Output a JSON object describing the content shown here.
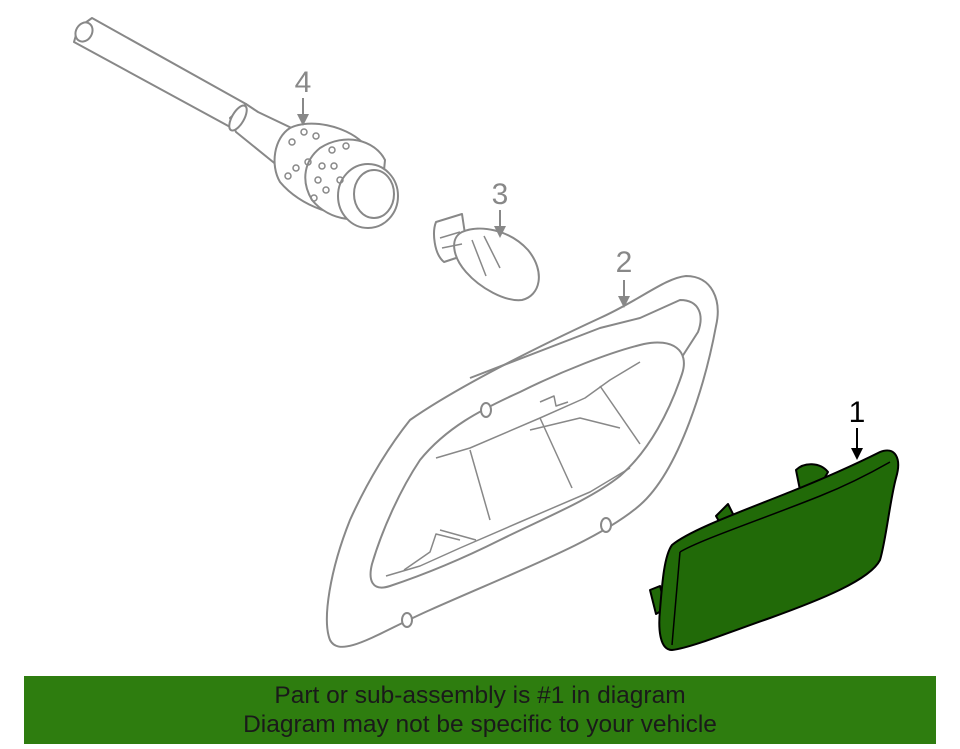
{
  "colors": {
    "highlight": "#216a08",
    "banner": "#2e7d0f",
    "outline_gray": "#888888",
    "outline_dark": "#000000",
    "label_gray": "#888888"
  },
  "callouts": {
    "part1": "1",
    "part2": "2",
    "part3": "3",
    "part4": "4"
  },
  "banner": {
    "line1": "Part or sub-assembly is #1 in diagram",
    "line2": "Diagram may not be specific to your vehicle"
  }
}
